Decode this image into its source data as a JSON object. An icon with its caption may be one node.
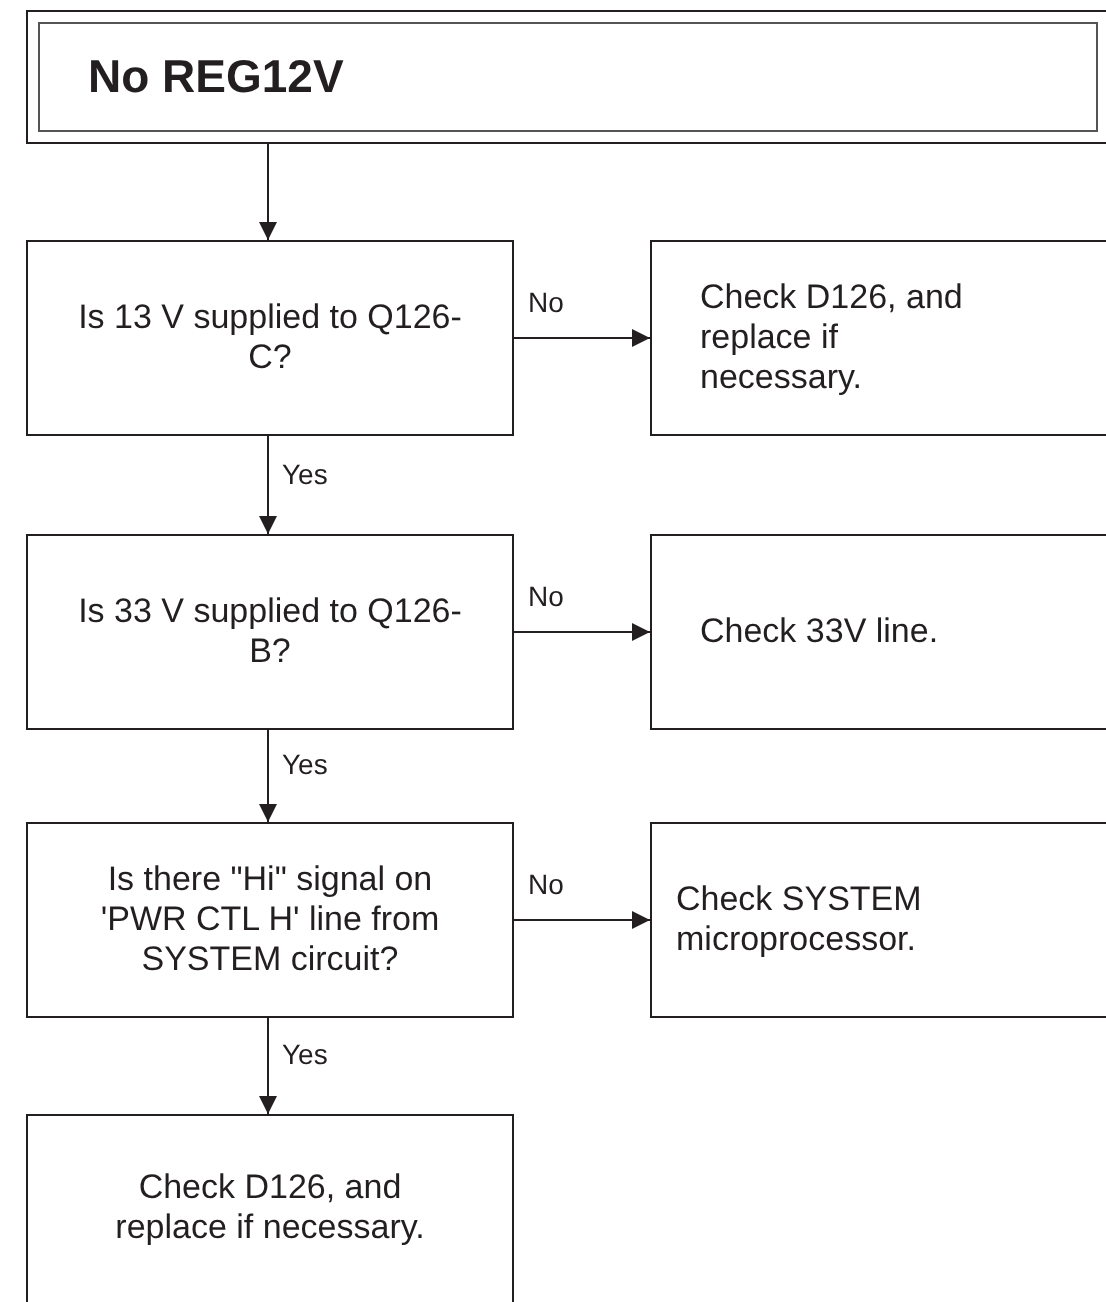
{
  "diagram": {
    "nodes": [
      {
        "text": [
          "No REG12V"
        ]
      },
      {
        "text": [
          "Is 13 V supplied to Q126-C?"
        ]
      },
      {
        "text": [
          "Check D126, and replace if necessary."
        ]
      },
      {
        "text": [
          "Is 33 V supplied to Q126-B?"
        ]
      },
      {
        "text": [
          "Check 33V line."
        ]
      },
      {
        "text": [
          "Is there \"Hi\" signal on 'PWR CTL H' line from SYSTEM circuit?"
        ]
      },
      {
        "text": [
          "Check SYSTEM microprocessor."
        ]
      },
      {
        "text": [
          "Check D126, and replace if necessary."
        ]
      }
    ],
    "edges": [
      {
        "from": 0,
        "to": 1,
        "arrow": "to"
      },
      {
        "from": 1,
        "to": 2,
        "arrow": "to",
        "label": "No"
      },
      {
        "from": 1,
        "to": 3,
        "arrow": "to",
        "label": "Yes"
      },
      {
        "from": 3,
        "to": 4,
        "arrow": "to",
        "label": "No"
      },
      {
        "from": 3,
        "to": 5,
        "arrow": "to",
        "label": "Yes"
      },
      {
        "from": 5,
        "to": 6,
        "arrow": "to",
        "label": "No"
      },
      {
        "from": 5,
        "to": 7,
        "arrow": "to",
        "label": "Yes"
      }
    ]
  }
}
